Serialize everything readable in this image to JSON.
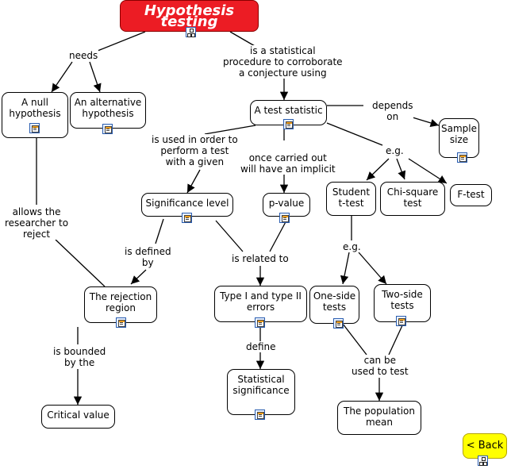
{
  "nodes": {
    "title": "Hypothesis testing",
    "null_hypothesis": "A null\nhypothesis",
    "alternative_hypothesis": "An alternative\nhypothesis",
    "test_statistic": "A test statistic",
    "sample_size": "Sample\nsize",
    "student_t_test": "Student\nt-test",
    "chi_square_test": "Chi-square\ntest",
    "f_test": "F-test",
    "significance_level": "Significance level",
    "p_value": "p-value",
    "rejection_region": "The rejection\nregion",
    "type_errors": "Type I and type II\nerrors",
    "one_side_tests": "One-side\ntests",
    "two_side_tests": "Two-side\ntests",
    "critical_value": "Critical value",
    "statistical_significance": "Statistical\nsignificance",
    "population_mean": "The population\nmean",
    "back": "< Back"
  },
  "links": {
    "needs": "needs",
    "procedure": "is a statistical\nprocedure to corroborate\na conjecture using",
    "depends_on": "depends\non",
    "eg_tests": "e.g.",
    "used_in_order": "is used in order to\nperform a test\nwith a given",
    "once_carried_out": "once carried out\nwill have an implicit",
    "allows_reject": "allows the\nresearcher to\nreject",
    "is_defined_by": "is defined\nby",
    "is_related_to": "is related to",
    "eg_sides": "e.g.",
    "is_bounded_by": "is bounded\nby the",
    "define": "define",
    "can_be_used": "can be\nused to test"
  },
  "colors": {
    "title_fill": "#ec1c24",
    "back_fill": "#ffff00",
    "node_border": "#000000",
    "icon_blue": "#2a5db0"
  },
  "icons": {
    "resource": "document-icon",
    "submap": "concept-map-icon"
  }
}
